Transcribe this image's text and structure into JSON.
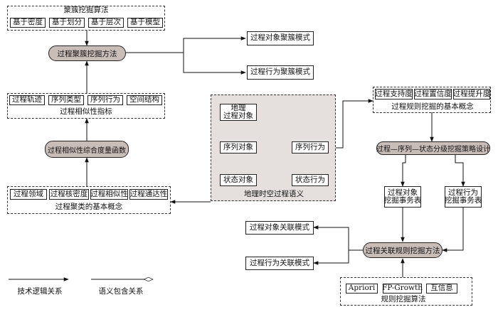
{
  "cluster_algorithms": {
    "title": "聚簇挖掘算法",
    "items": [
      "基于密度",
      "基于划分",
      "基于层次",
      "基于模型"
    ]
  },
  "cluster_method": "过程聚簇挖掘方法",
  "object_cluster_pattern": "过程对象聚簇模式",
  "behavior_cluster_pattern": "过程行为聚簇模式",
  "similarity_indicators": {
    "title": "过程相似性指标",
    "items": [
      "过程轨迹",
      "序列类型",
      "序列行为",
      "空间结构"
    ]
  },
  "similarity_function": "过程相似性综合度量函数",
  "cluster_concepts": {
    "title": "过程聚类的基本概念",
    "items": [
      "过程领域",
      "过程核密度",
      "过程相似性",
      "过程通达性"
    ]
  },
  "semantics": {
    "title": "地理时空过程语义",
    "geo_object": [
      "地理",
      "过程对象"
    ],
    "sequence_object": "序列对象",
    "sequence_behavior": "序列行为",
    "state_object": "状态对象",
    "state_behavior": "状态行为"
  },
  "rule_concepts": {
    "title": "过程规则挖掘的基本概念",
    "items": [
      "过程支持度",
      "过程置信度",
      "过程提升度"
    ]
  },
  "strategy": "过程—序列—状态分级挖掘策略设计",
  "object_table": [
    "过程对象",
    "挖掘事务表"
  ],
  "behavior_table": [
    "过程行为",
    "挖掘事务表"
  ],
  "rule_method": "过程关联规则挖掘方法",
  "object_assoc_pattern": "过程对象关联模式",
  "behavior_assoc_pattern": "过程行为关联模式",
  "rule_algorithms": {
    "title": "规则挖掘算法",
    "items": [
      "Apriori",
      "FP-Growth",
      "互信息"
    ]
  },
  "legend": {
    "tech_logic": "技术逻辑关系",
    "semantic_contain": "语义包含关系"
  }
}
